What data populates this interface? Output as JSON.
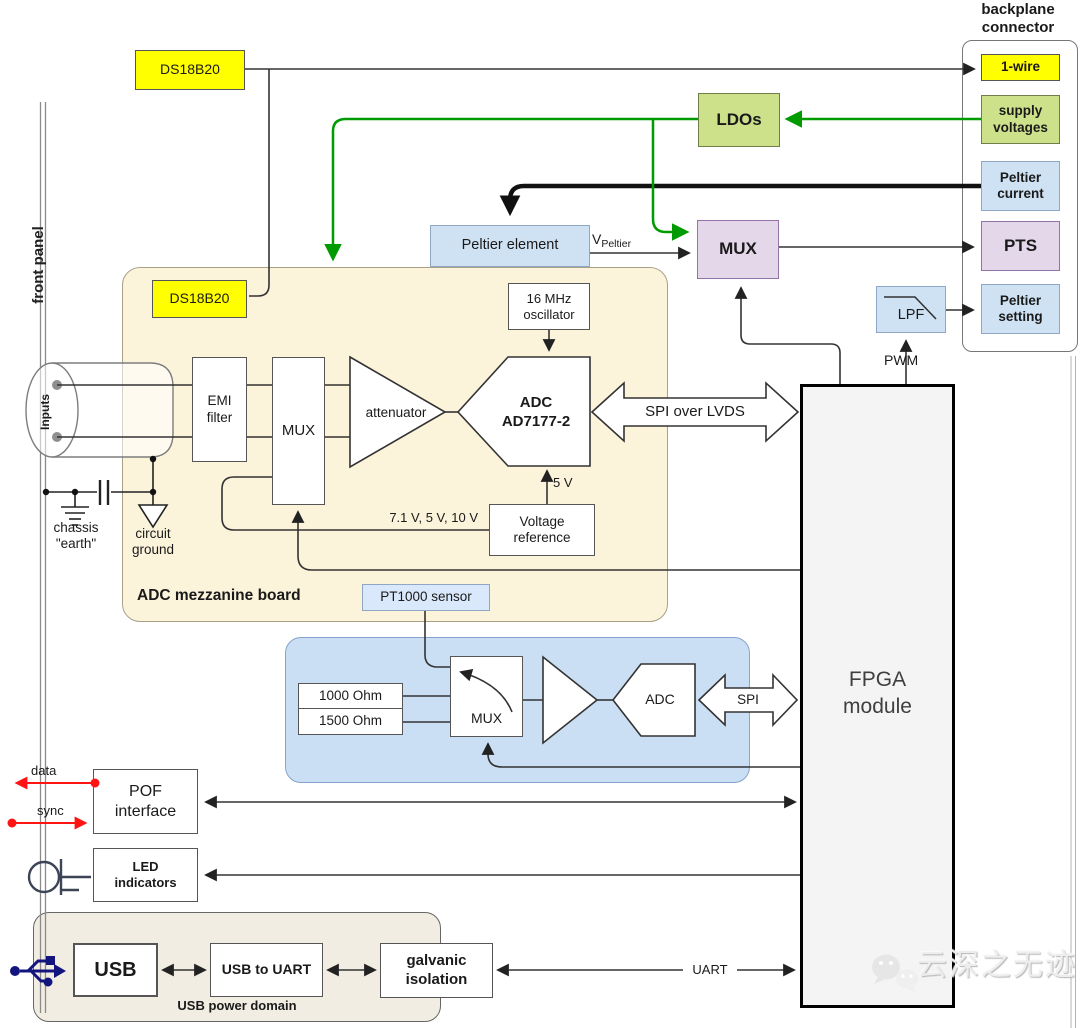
{
  "colors": {
    "yellow": "#FFFF00",
    "green_fill": "#CDE18B",
    "blue_fill": "#CFE2F3",
    "purple_fill": "#E4D7EA",
    "mezzanine_fill": "#FCF3DB",
    "rtd_fill": "#CBDFF4",
    "usb_domain_fill": "#F1EDE2",
    "fpga_fill": "#F4F4F4",
    "green_line": "#009B00",
    "red_line": "#FF1414",
    "usb_icon_blue": "#13157E"
  },
  "front_panel": {
    "label": "front panel",
    "inputs_label": "Inputs",
    "chassis_label": "chassis\n\"earth\"",
    "circuit_ground_label": "circuit\nground",
    "data_label": "data",
    "sync_label": "sync"
  },
  "top_row": {
    "ds18b20": "DS18B20",
    "ldos": "LDOs",
    "peltier_element": "Peltier element",
    "v_peltier_main": "V",
    "v_peltier_sub": "Peltier",
    "mux": "MUX",
    "lpf": "LPF",
    "pwm": "PWM"
  },
  "backplane": {
    "title": "backplane\nconnector",
    "one_wire": "1-wire",
    "supply_voltages": "supply\nvoltages",
    "peltier_current": "Peltier\ncurrent",
    "pts": "PTS",
    "peltier_setting": "Peltier\nsetting"
  },
  "mezzanine": {
    "board_label": "ADC mezzanine board",
    "ds18b20": "DS18B20",
    "emi_filter": "EMI\nfilter",
    "mux": "MUX",
    "attenuator": "attenuator",
    "adc": "ADC\nAD7177-2",
    "oscillator": "16 MHz\noscillator",
    "voltage_reference": "Voltage\nreference",
    "rails": "7.1 V, 5 V, 10 V",
    "five_v": "5 V",
    "spi_lvds": "SPI over LVDS",
    "pt1000": "PT1000 sensor"
  },
  "rtd": {
    "r1000": "1000 Ohm",
    "r1500": "1500 Ohm",
    "mux": "MUX",
    "adc": "ADC",
    "spi": "SPI"
  },
  "fpga": {
    "label": "FPGA\nmodule"
  },
  "io": {
    "pof": "POF\ninterface",
    "led": "LED\nindicators"
  },
  "usb": {
    "usb": "USB",
    "usb_to_uart": "USB to UART",
    "galvanic": "galvanic\nisolation",
    "domain_label": "USB power domain",
    "uart": "UART"
  },
  "watermark": {
    "text": "云深之无迹"
  }
}
